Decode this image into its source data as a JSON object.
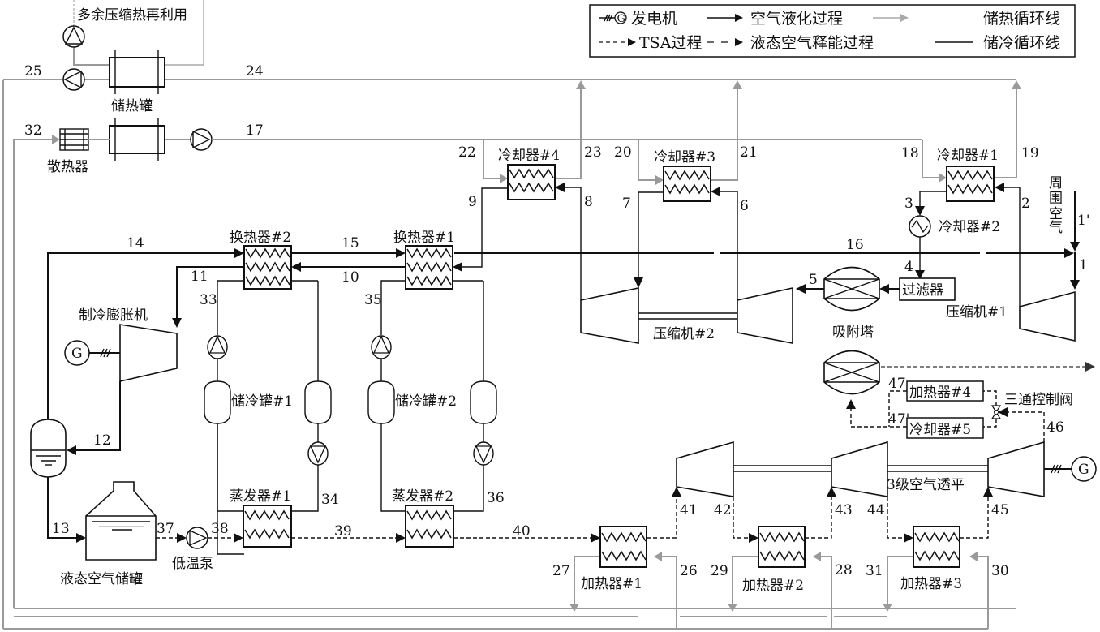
{
  "title": "液态空气储能系统流程图",
  "legend": {
    "items": [
      {
        "symbol": "generator-shaft",
        "label": "发电机"
      },
      {
        "symbol": "solid-black-arrow",
        "label": "空气液化过程"
      },
      {
        "symbol": "gray-arrow",
        "label": "储热循环线"
      },
      {
        "symbol": "dashed-arrow-short",
        "label": "TSA过程"
      },
      {
        "symbol": "dashed-arrow-long",
        "label": "液态空气释能过程"
      },
      {
        "symbol": "solid-line",
        "label": "储冷循环线"
      }
    ]
  },
  "components": {
    "heat_reuse": "多余压缩热再利用",
    "heat_tank": "储热罐",
    "radiator": "散热器",
    "cooler4": "冷却器#4",
    "cooler3": "冷却器#3",
    "cooler1": "冷却器#1",
    "cooler2": "冷却器#2",
    "ambient_air": [
      "周",
      "围",
      "空",
      "气"
    ],
    "hx2": "换热器#2",
    "hx1": "换热器#1",
    "filter": "过滤器",
    "adsorber": "吸附塔",
    "compressor1": "压缩机#1",
    "compressor2": "压缩机#2",
    "expander": "制冷膨胀机",
    "generator": "G",
    "cold_tank1": "储冷罐#1",
    "cold_tank2": "储冷罐#2",
    "evap1": "蒸发器#1",
    "evap2": "蒸发器#2",
    "lair_tank": "液态空气储罐",
    "cryo_pump": "低温泵",
    "heater1": "加热器#1",
    "heater2": "加热器#2",
    "heater3": "加热器#3",
    "heater4": "加热器#4",
    "cooler5": "冷却器#5",
    "valve3way": "三通控制阀",
    "turbine": "3级空气透平"
  },
  "stream_numbers": {
    "s1": "1",
    "s1p": "1'",
    "s2": "2",
    "s3": "3",
    "s4": "4",
    "s5": "5",
    "s6": "6",
    "s7": "7",
    "s8": "8",
    "s9": "9",
    "s10": "10",
    "s11": "11",
    "s12": "12",
    "s13": "13",
    "s14": "14",
    "s15": "15",
    "s16": "16",
    "s17": "17",
    "s18": "18",
    "s19": "19",
    "s20": "20",
    "s21": "21",
    "s22": "22",
    "s23": "23",
    "s24": "24",
    "s25": "25",
    "s26": "26",
    "s27": "27",
    "s28": "28",
    "s29": "29",
    "s30": "30",
    "s31": "31",
    "s32": "32",
    "s33": "33",
    "s34": "34",
    "s35": "35",
    "s36": "36",
    "s37": "37",
    "s38": "38",
    "s39": "39",
    "s40": "40",
    "s41": "41",
    "s42": "42",
    "s43": "43",
    "s44": "44",
    "s45": "45",
    "s46": "46",
    "s47": "47",
    "s47p": "47'"
  },
  "colors": {
    "line": "#111111",
    "heat_loop": "#9a9a9a",
    "background": "#ffffff"
  }
}
